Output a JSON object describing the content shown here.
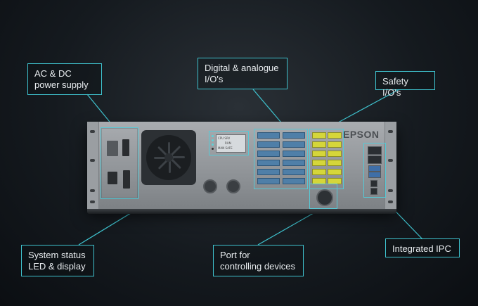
{
  "brand": "EPSON",
  "display": {
    "lcd_lines": [
      "CPU  SRV",
      "RUN",
      "MAN  SAFE"
    ]
  },
  "callouts": {
    "ac_dc": "AC & DC\npower supply",
    "digital_analogue": "Digital & analogue\nI/O's",
    "safety_io": "Safety I/O's",
    "system_status": "System status\nLED & display",
    "port_control": "Port for\ncontrolling devices",
    "integrated_ipc": "Integrated IPC"
  },
  "colors": {
    "accent": "#3fc3cf",
    "background": "#11161b",
    "terminal_blue": "#4f7fa8",
    "terminal_yellow": "#d5d63a"
  }
}
